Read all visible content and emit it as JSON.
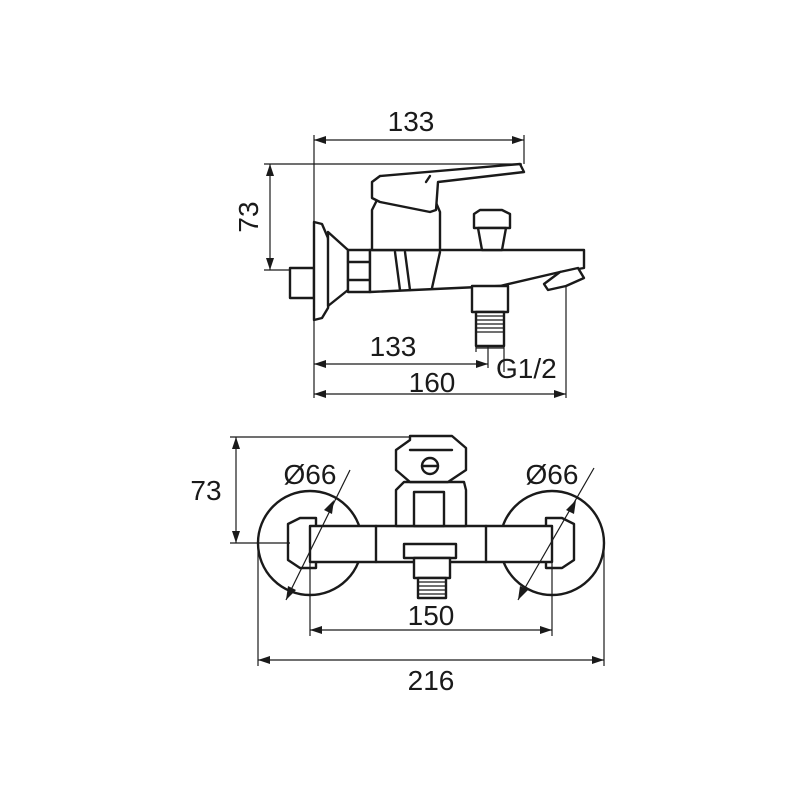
{
  "side_view": {
    "width_top": "133",
    "height": "73",
    "width_to_outlet": "133",
    "thread": "G1/2",
    "overall_length": "160"
  },
  "top_view": {
    "height": "73",
    "flange_left": "Ø66",
    "flange_right": "Ø66",
    "center_distance": "150",
    "overall_width": "216"
  }
}
